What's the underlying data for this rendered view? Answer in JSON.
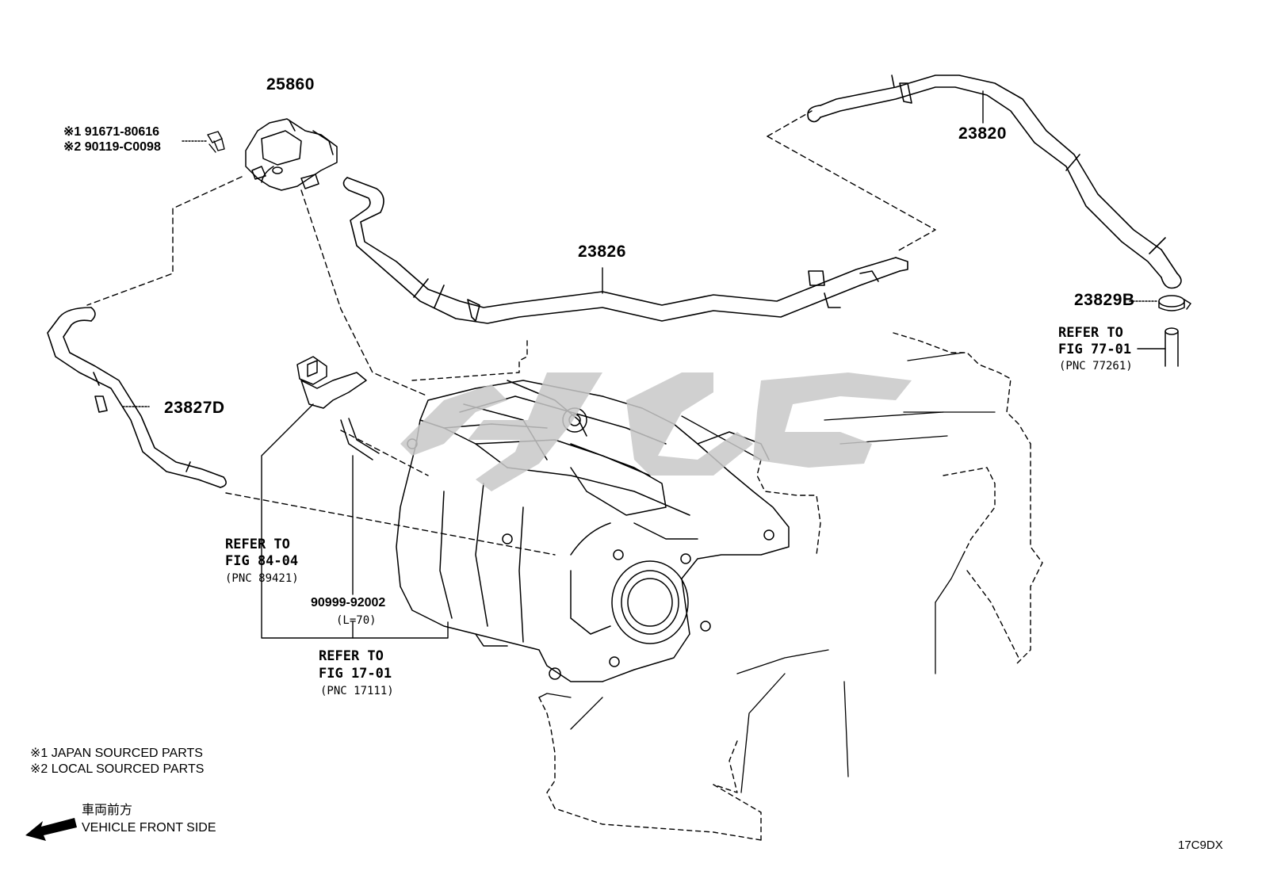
{
  "parts": {
    "p25860": "25860",
    "p23820": "23820",
    "p23826": "23826",
    "p23829b": "23829B",
    "p23827d": "23827D",
    "bolt1": "※1 91671-80616",
    "bolt2": "※2 90119-C0098",
    "hose": "90999-92002",
    "hose_len": "(L=70)"
  },
  "refs": {
    "fig77": {
      "line1": "REFER TO",
      "line2": "FIG 77-01",
      "pnc": "(PNC 77261)"
    },
    "fig84": {
      "line1": "REFER TO",
      "line2": "FIG 84-04",
      "pnc": "(PNC 89421)"
    },
    "fig17": {
      "line1": "REFER TO",
      "line2": "FIG 17-01",
      "pnc": "(PNC 17111)"
    }
  },
  "legend": {
    "note1": "※1  JAPAN SOURCED PARTS",
    "note2": "※2  LOCAL SOURCED PARTS",
    "front_jp": "車両前方",
    "front_en": "VEHICLE FRONT SIDE"
  },
  "diagram_code": "17C9DX",
  "colors": {
    "ink": "#000000",
    "watermark": "#c8c8c8"
  },
  "icons": {
    "direction_arrow": "front-arrow-icon"
  }
}
